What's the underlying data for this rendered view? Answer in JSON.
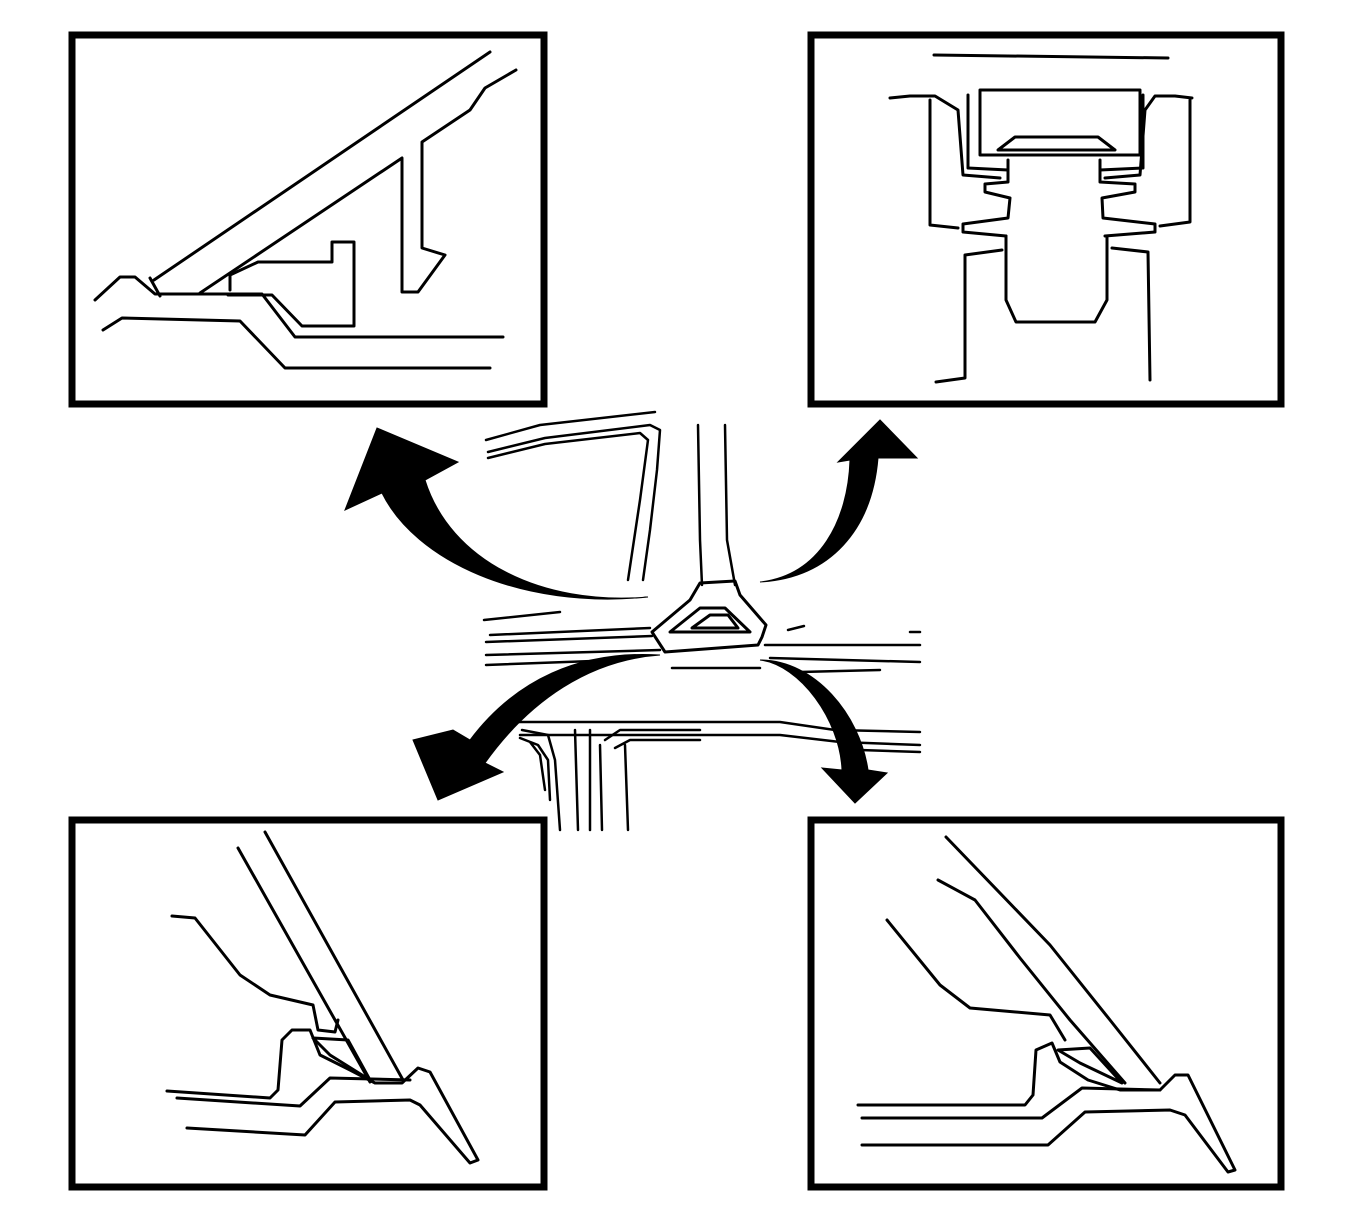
{
  "colors": {
    "ink": "#000000",
    "paper": "#ffffff"
  },
  "panels": [
    {
      "id": "top-left",
      "view": "inclined-flange-clip-section"
    },
    {
      "id": "top-right",
      "view": "plug-retainer-section"
    },
    {
      "id": "bottom-left",
      "view": "sloped-flange-seal-section-left"
    },
    {
      "id": "bottom-right",
      "view": "sloped-flange-seal-section-right"
    }
  ],
  "center": {
    "view": "roof-panel-junction-with-trim-fastener"
  },
  "arrows": [
    {
      "id": "to-top-left"
    },
    {
      "id": "to-top-right"
    },
    {
      "id": "to-bottom-left"
    },
    {
      "id": "to-bottom-right"
    }
  ]
}
